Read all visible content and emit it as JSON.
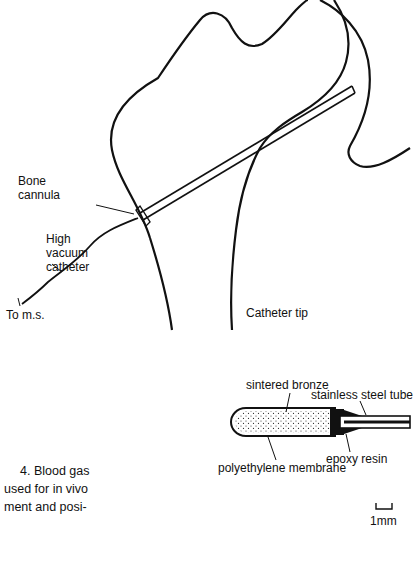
{
  "diagram": {
    "labels": [
      "Bone cannula",
      "High vacuum catheter",
      "To m.s.",
      "Catheter tip",
      "sintered bronze",
      "stainless steel tube",
      "epoxy resin",
      "polyethylene membrane",
      "1mm",
      "4. Blood gas",
      "used for in vivo",
      "ment and posi-"
    ]
  }
}
